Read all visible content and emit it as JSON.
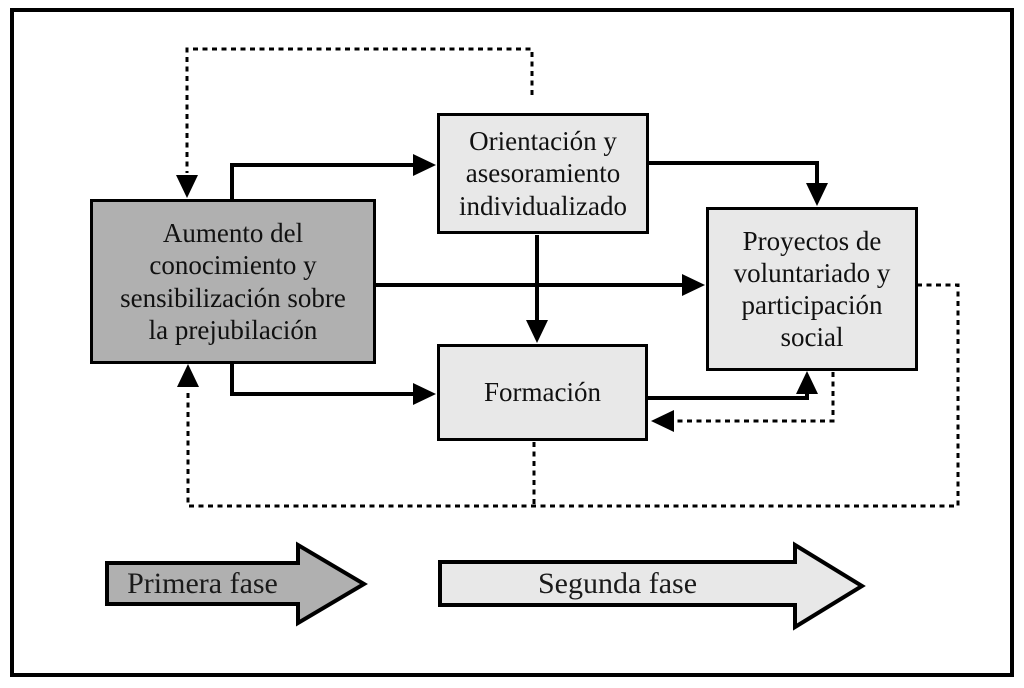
{
  "colors": {
    "background": "#ffffff",
    "line": "#000000",
    "box_dark_fill": "#b0b0b0",
    "box_light_fill": "#e8e8e8"
  },
  "boxes": {
    "aumento": {
      "label": "Aumento del\nconocimiento y\nsensibilización sobre\nla prejubilación",
      "fill": "#b0b0b0"
    },
    "orientacion": {
      "label": "Orientación y\nasesoramiento\nindividualizado",
      "fill": "#e8e8e8"
    },
    "proyectos": {
      "label": "Proyectos de\nvoluntariado y\nparticipación\nsocial",
      "fill": "#e8e8e8"
    },
    "formacion": {
      "label": "Formación",
      "fill": "#e8e8e8"
    }
  },
  "phases": {
    "primera": {
      "label": "Primera fase",
      "fill": "#b0b0b0"
    },
    "segunda": {
      "label": "Segunda fase",
      "fill": "#e8e8e8"
    }
  },
  "connections": {
    "solid": [
      {
        "from": "aumento",
        "to": "orientacion"
      },
      {
        "from": "aumento",
        "to": "proyectos"
      },
      {
        "from": "aumento",
        "to": "formacion"
      },
      {
        "from": "orientacion",
        "to": "proyectos"
      },
      {
        "from": "orientacion",
        "to": "formacion"
      },
      {
        "from": "formacion",
        "to": "proyectos"
      }
    ],
    "dashed": [
      {
        "from": "orientacion",
        "to": "aumento"
      },
      {
        "from": "proyectos",
        "to": "aumento",
        "via": "bottom-loop"
      },
      {
        "from": "formacion",
        "to": "aumento",
        "via": "bottom-loop"
      },
      {
        "from": "proyectos",
        "to": "formacion"
      }
    ]
  }
}
